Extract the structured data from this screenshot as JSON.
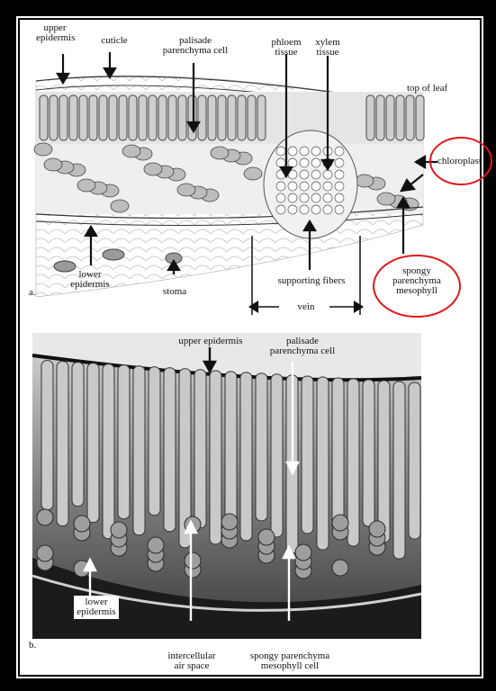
{
  "panel_a": {
    "letter": "a.",
    "labels": {
      "upper_epidermis": [
        "upper",
        "epidermis"
      ],
      "cuticle": "cuticle",
      "palisade": [
        "palisade",
        "parenchyma cell"
      ],
      "phloem": [
        "phloem",
        "tissue"
      ],
      "xylem": [
        "xylem",
        "tissue"
      ],
      "top_of_leaf": "top of leaf",
      "chloroplast": "chloroplast",
      "spongy": [
        "spongy",
        "parenchyma",
        "mesophyll"
      ],
      "supporting_fibers": "supporting fibers",
      "vein": "vein",
      "stoma": "stoma",
      "lower_epidermis": [
        "lower",
        "epidermis"
      ]
    }
  },
  "panel_b": {
    "letter": "b.",
    "labels": {
      "upper_epidermis": "upper  epidermis",
      "palisade": [
        "palisade",
        "parenchyma cell"
      ],
      "lower_epidermis": [
        "lower",
        "epidermis"
      ],
      "intercellular": [
        "intercellular",
        "air space"
      ],
      "spongy_cell": [
        "spongy parenchyma",
        "mesophyll cell"
      ]
    }
  },
  "colors": {
    "highlight": "#e0191c",
    "frame": "#000000",
    "background": "#ffffff"
  }
}
